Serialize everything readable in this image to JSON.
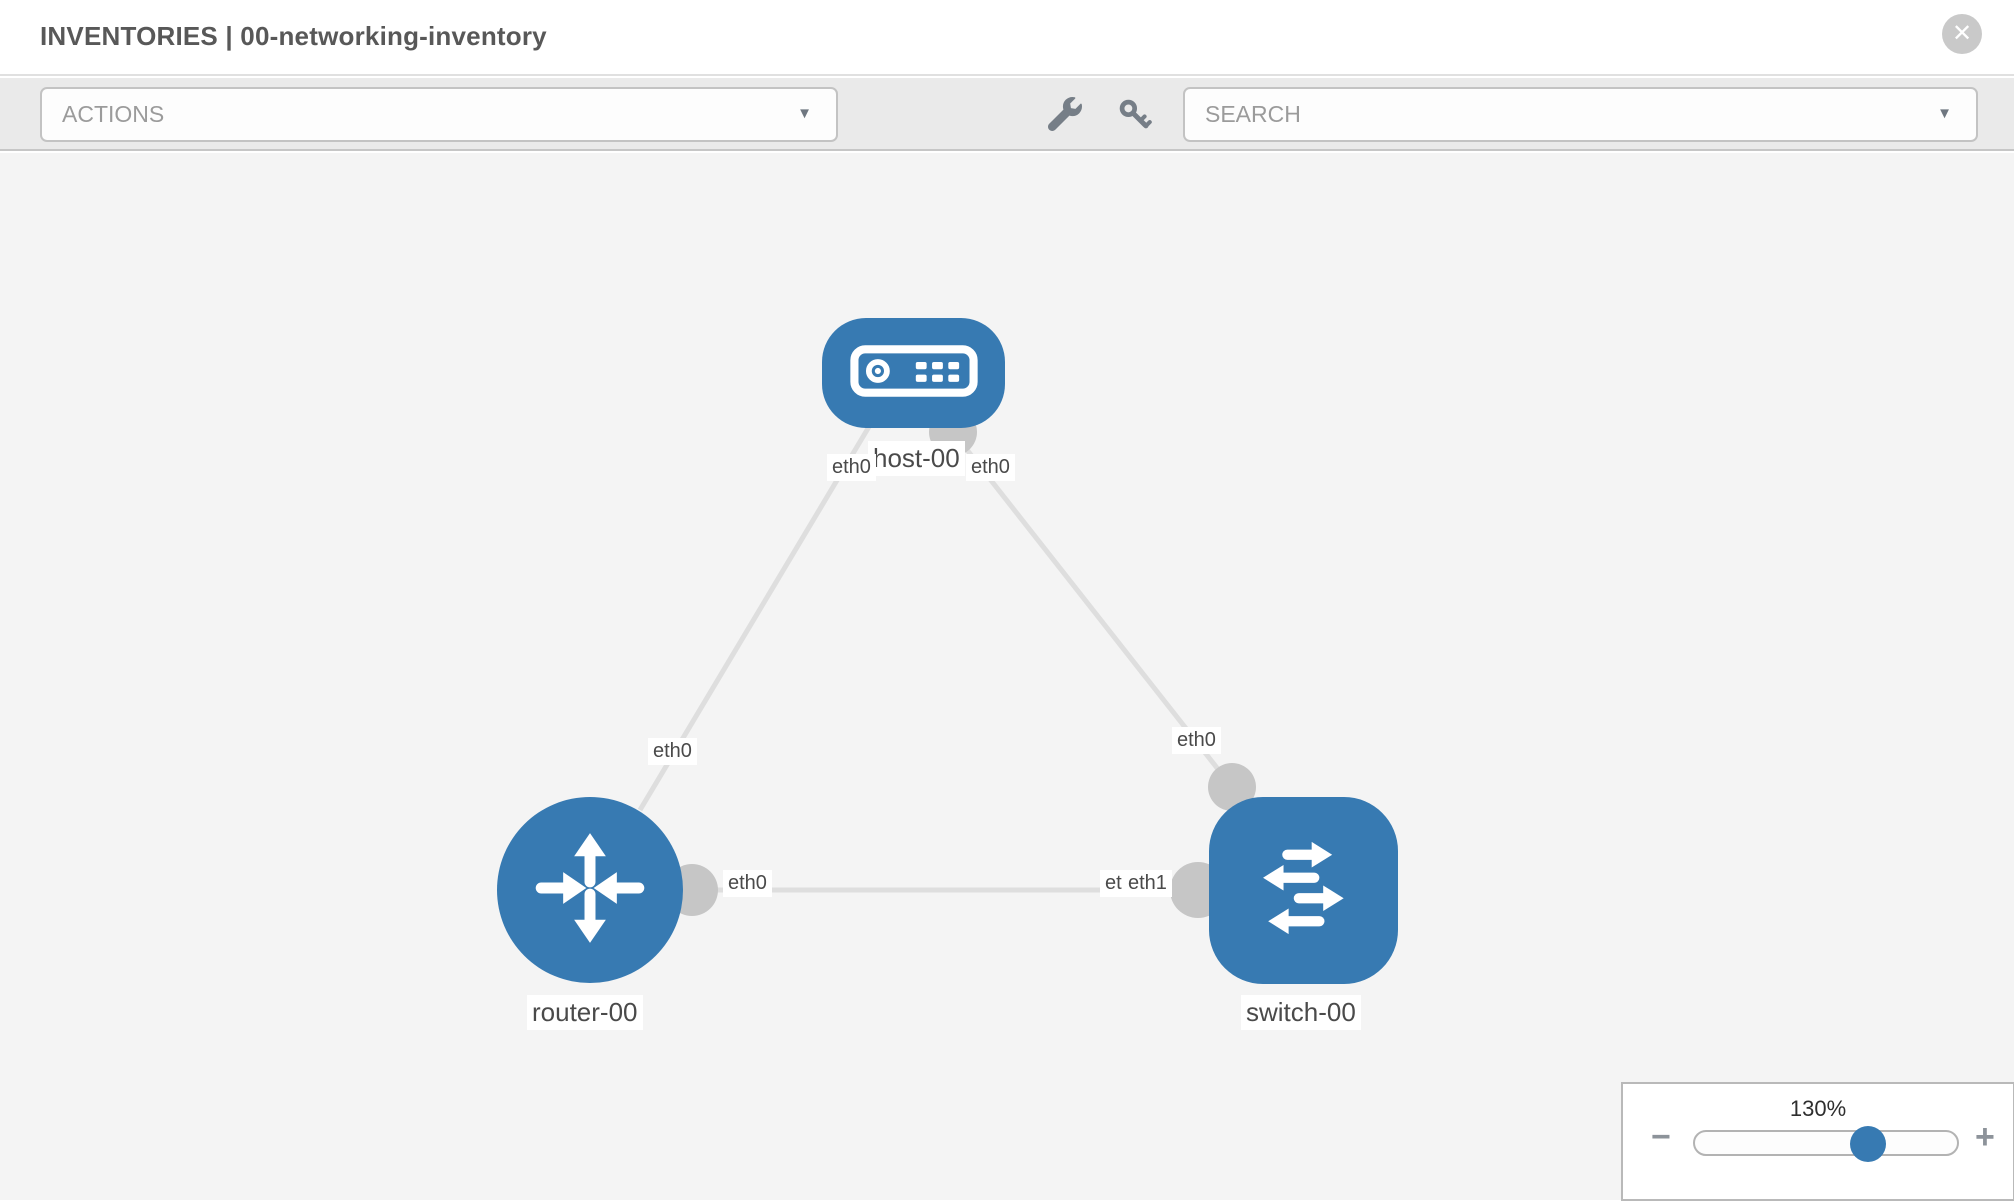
{
  "header": {
    "title": "INVENTORIES | 00-networking-inventory",
    "close_glyph": "✕"
  },
  "toolbar": {
    "actions_placeholder": "ACTIONS",
    "search_placeholder": "SEARCH",
    "caret_glyph": "▼",
    "icons": [
      {
        "name": "wrench-icon"
      },
      {
        "name": "key-icon"
      }
    ]
  },
  "topology": {
    "nodes": [
      {
        "id": "host-00",
        "label": "host-00",
        "type": "host",
        "icon": "server-icon"
      },
      {
        "id": "router-00",
        "label": "router-00",
        "type": "router",
        "icon": "router-arrows-icon"
      },
      {
        "id": "switch-00",
        "label": "switch-00",
        "type": "switch",
        "icon": "switch-arrows-icon"
      }
    ],
    "links": [
      {
        "from": "host-00",
        "to": "router-00",
        "from_interface": "eth0",
        "to_interface": "eth0"
      },
      {
        "from": "host-00",
        "to": "switch-00",
        "from_interface": "eth0",
        "to_interface": "eth0"
      },
      {
        "from": "router-00",
        "to": "switch-00",
        "from_interface": "eth0",
        "to_interface": "eth1"
      }
    ],
    "interface_chips": [
      {
        "id": "host-eth0-left",
        "text": "eth0"
      },
      {
        "id": "host-eth0-right",
        "text": "eth0"
      },
      {
        "id": "router-eth0-top",
        "text": "eth0"
      },
      {
        "id": "switch-eth0-top",
        "text": "eth0"
      },
      {
        "id": "router-eth0-right",
        "text": "eth0"
      },
      {
        "id": "switch-eth0-left",
        "text": "eth0"
      },
      {
        "id": "switch-eth1-left",
        "text": "eth1"
      }
    ]
  },
  "zoom_control": {
    "level": "130%",
    "minus_glyph": "−",
    "plus_glyph": "+"
  },
  "colors": {
    "node_blue": "#377ab2",
    "link_gray": "#dedede",
    "endpoint_gray": "#c6c6c6",
    "toolbar_bg": "#eaeaea",
    "canvas_bg": "#f4f4f4",
    "icon_gray": "#767e87"
  }
}
